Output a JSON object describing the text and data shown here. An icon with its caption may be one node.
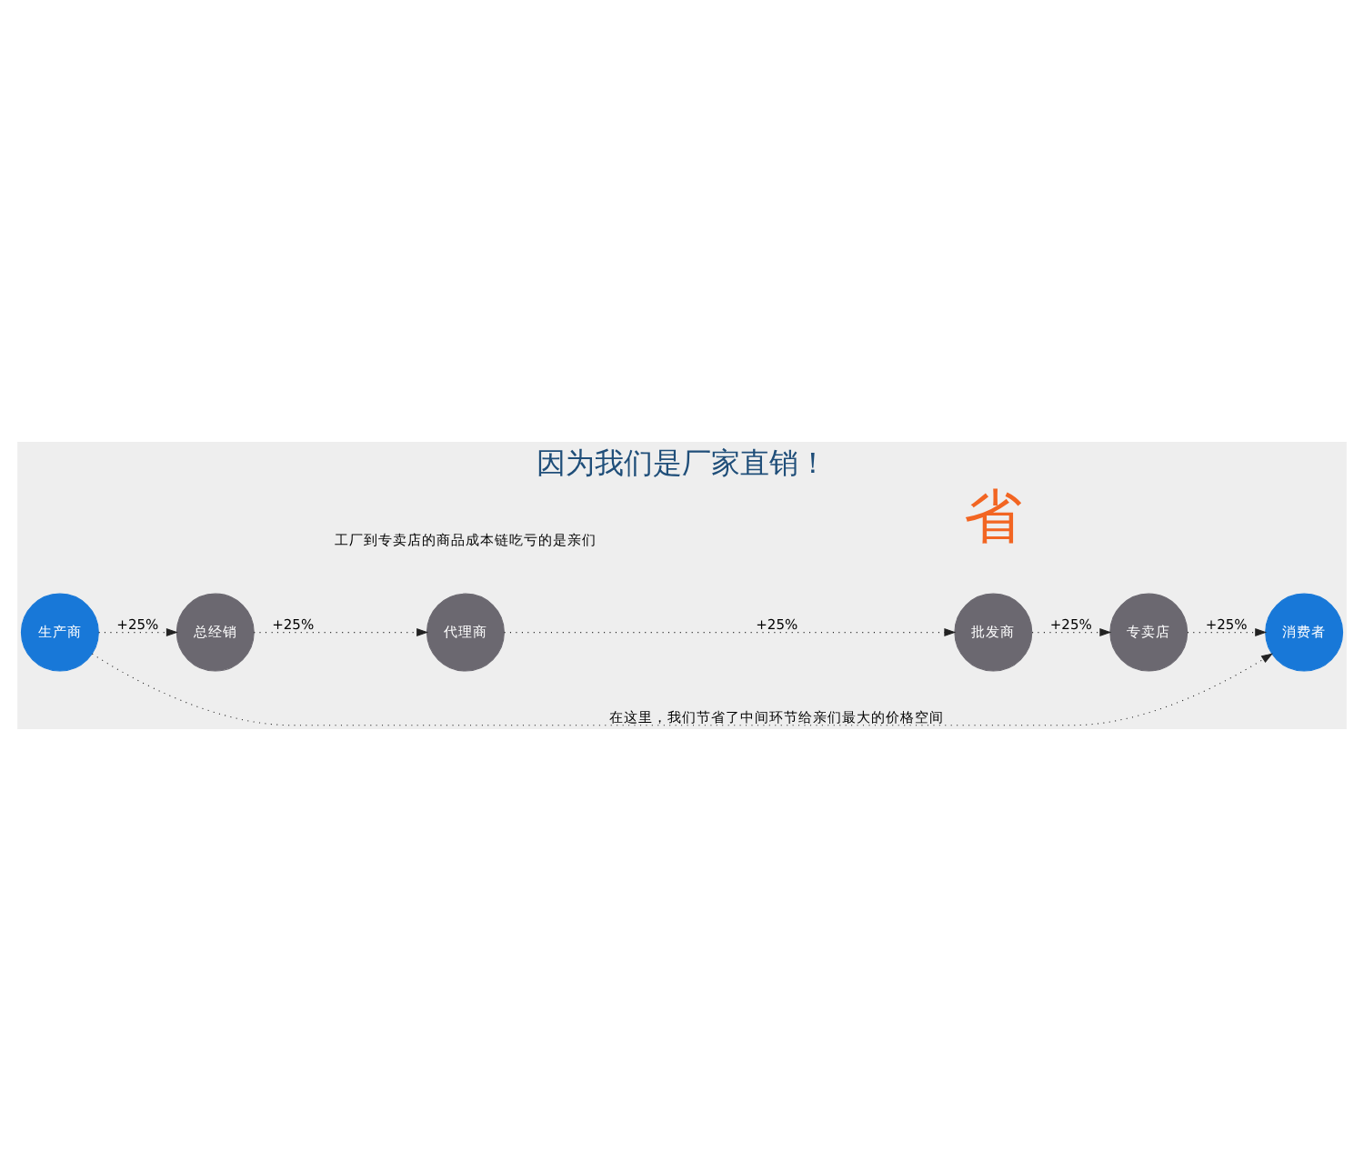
{
  "diagram": {
    "title": "因为我们是厂家直销！",
    "nodes": [
      {
        "text": [
          "生产商"
        ]
      },
      {
        "text": [
          "总经销"
        ]
      },
      {
        "text": [
          "代理商"
        ]
      },
      {
        "text": [
          "批发商"
        ]
      },
      {
        "text": [
          "专卖店"
        ]
      },
      {
        "text": [
          "消费者"
        ]
      }
    ],
    "edges": [
      {
        "from": 0,
        "to": 1,
        "arrow": "to",
        "label": "+25%"
      },
      {
        "from": 1,
        "to": 2,
        "arrow": "to",
        "label": "+25%"
      },
      {
        "from": 2,
        "to": 3,
        "arrow": "to",
        "label": "+25%"
      },
      {
        "from": 3,
        "to": 4,
        "arrow": "to",
        "label": "+25%"
      },
      {
        "from": 4,
        "to": 5,
        "arrow": "to",
        "label": "+25%"
      },
      {
        "from": 0,
        "to": 5,
        "arrow": "to",
        "label": "在这里，我们节省了中间环节给亲们最大的价格空间"
      }
    ],
    "labels": [
      "工厂到专卖店的商品成本链吃亏的是亲们",
      "省"
    ]
  }
}
